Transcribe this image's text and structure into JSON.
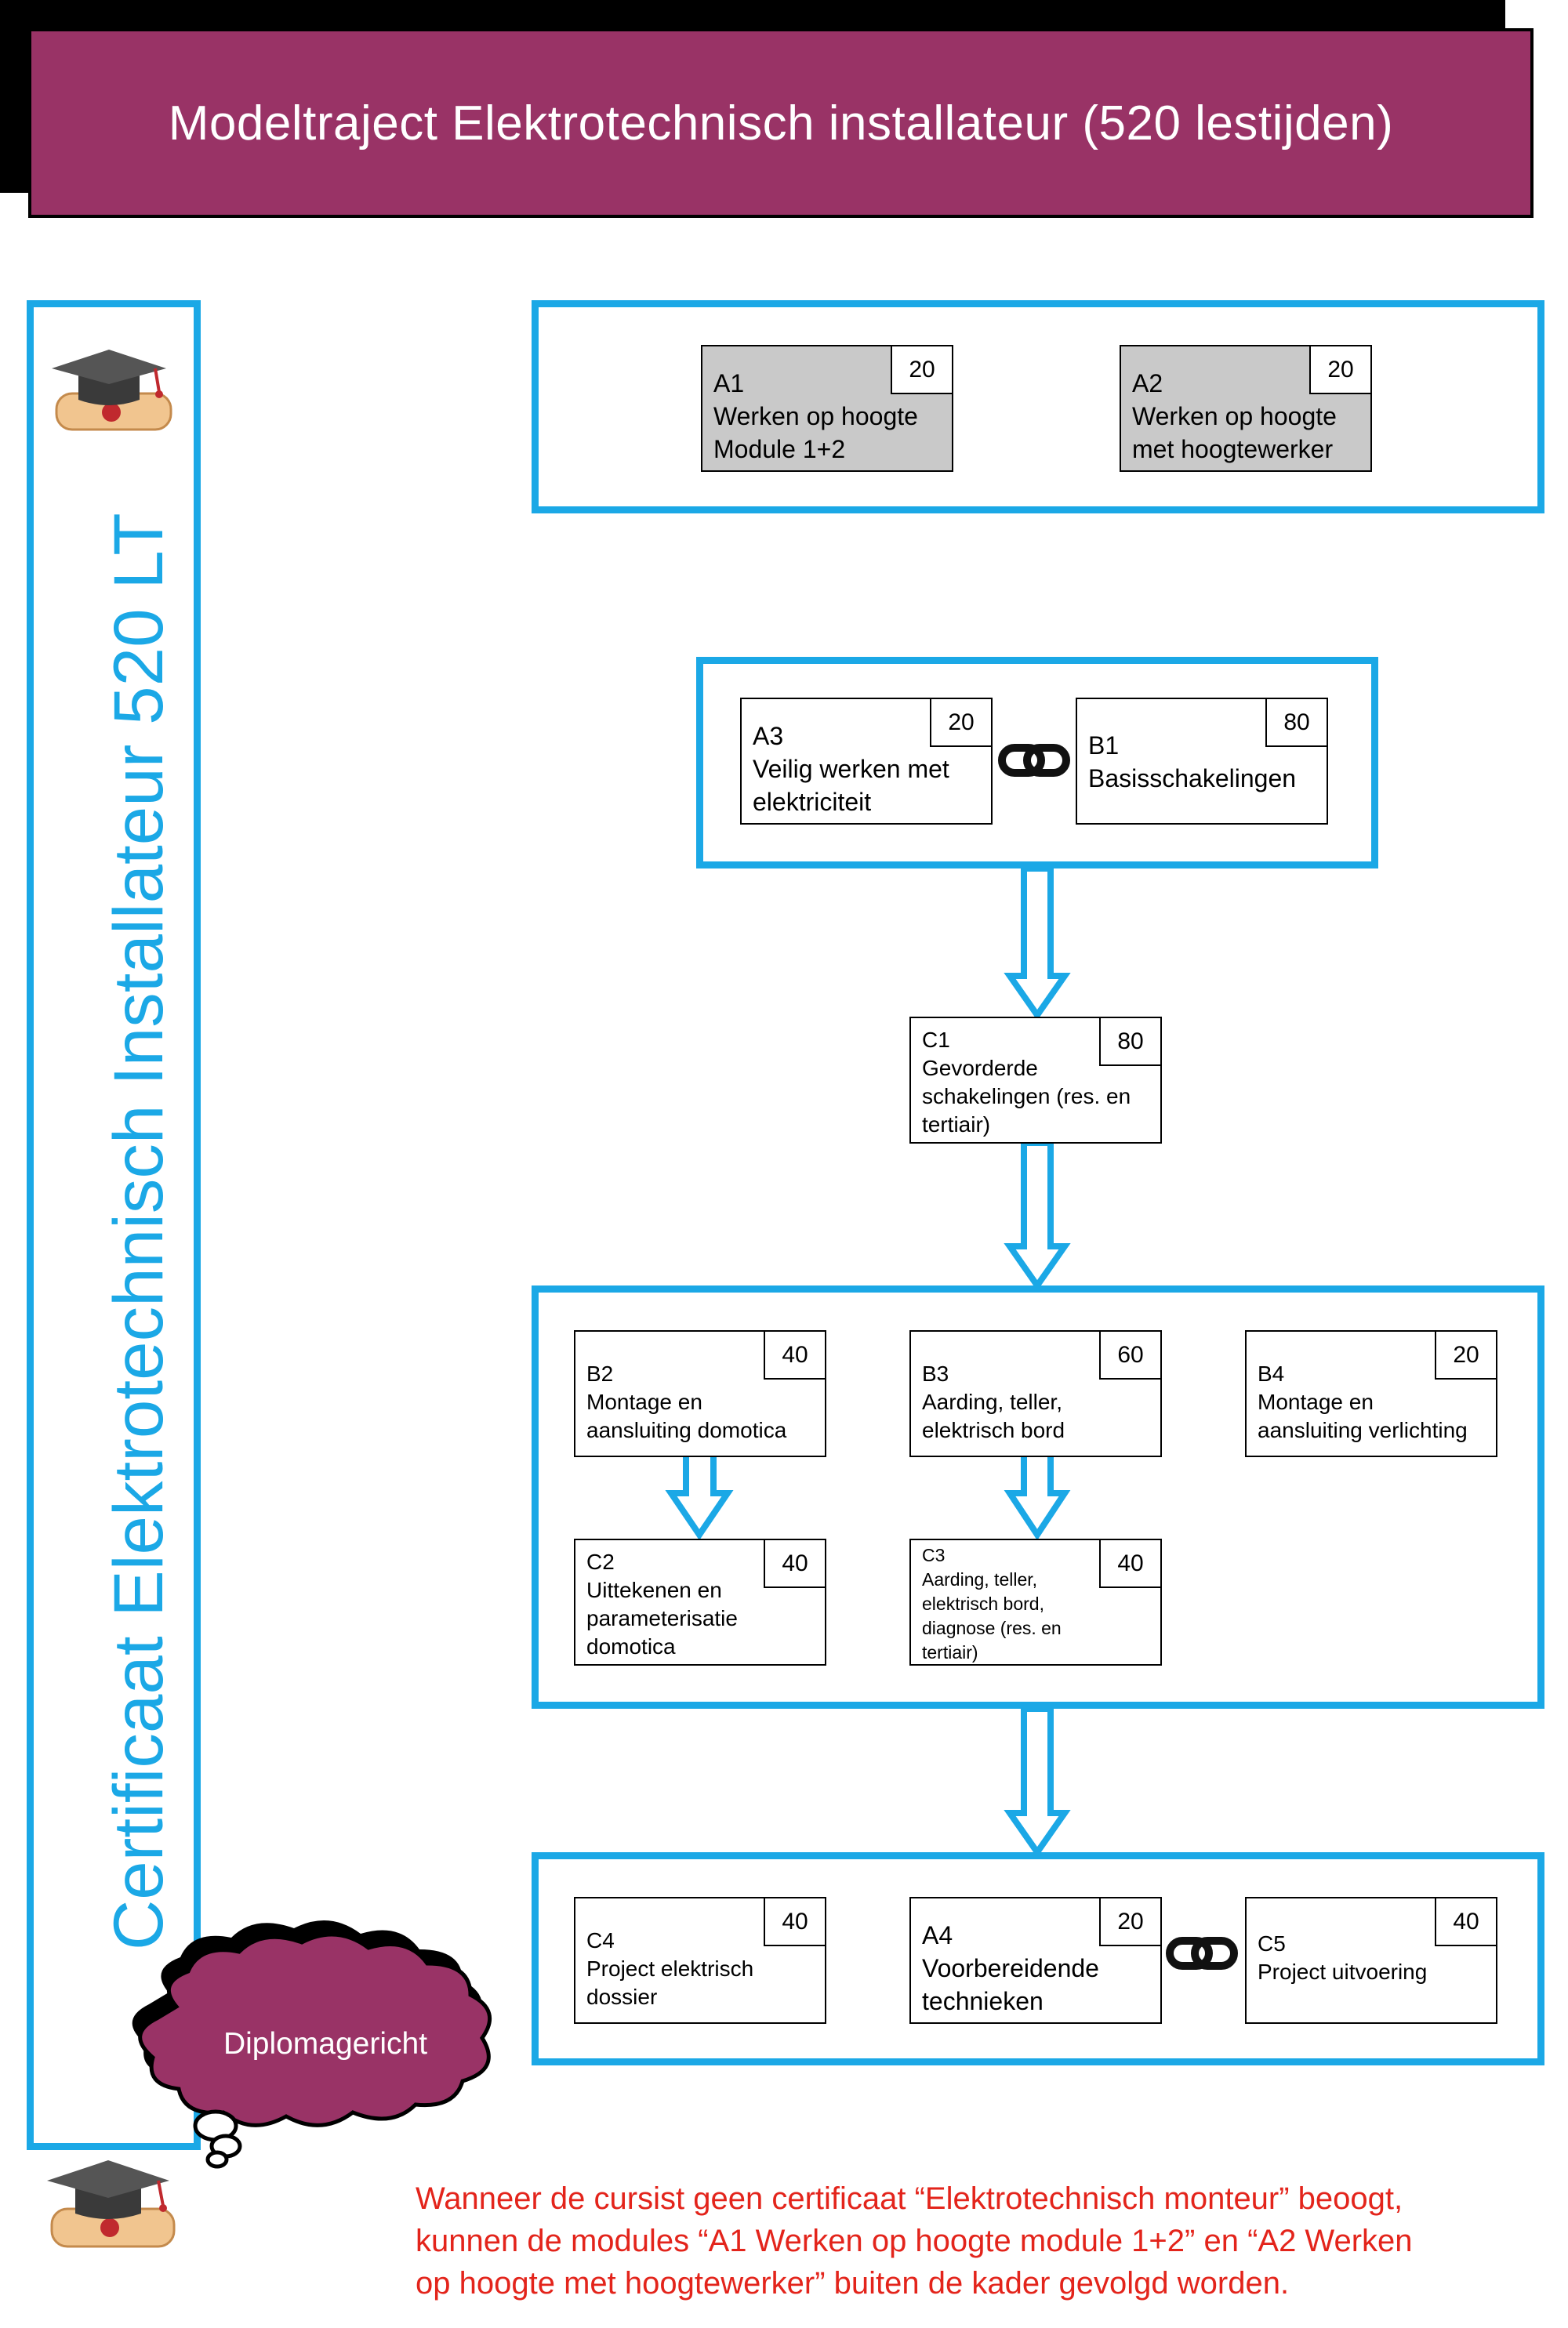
{
  "title": "Modeltraject Elektrotechnisch installateur (520 lestijden)",
  "certificate_label": "Certificaat Elektrotechnisch Installateur 520 LT",
  "bubble_label": "Diplomagericht",
  "modules": {
    "a1": {
      "code": "A1",
      "text": "Werken op hoogte\nModule 1+2",
      "hours": "20"
    },
    "a2": {
      "code": "A2",
      "text": "Werken op hoogte\nmet hoogtewerker",
      "hours": "20"
    },
    "a3": {
      "code": "A3",
      "text": "Veilig werken met\nelektriciteit",
      "hours": "20"
    },
    "b1": {
      "code": "B1",
      "text": "Basisschakelingen",
      "hours": "80"
    },
    "c1": {
      "code": "C1",
      "text": "Gevorderde\nschakelingen (res. en\ntertiair)",
      "hours": "80"
    },
    "b2": {
      "code": "B2",
      "text": "Montage en\naansluiting domotica",
      "hours": "40"
    },
    "b3": {
      "code": "B3",
      "text": "Aarding, teller,\nelektrisch bord",
      "hours": "60"
    },
    "b4": {
      "code": "B4",
      "text": "Montage en\naansluiting verlichting",
      "hours": "20"
    },
    "c2": {
      "code": "C2",
      "text": "Uittekenen en\nparameterisatie\ndomotica",
      "hours": "40"
    },
    "c3": {
      "code": "C3",
      "text": "Aarding, teller,\nelektrisch bord,\ndiagnose (res. en\ntertiair)",
      "hours": "40"
    },
    "c4": {
      "code": "C4",
      "text": "Project elektrisch\ndossier",
      "hours": "40"
    },
    "a4": {
      "code": "A4",
      "text": "Voorbereidende\ntechnieken",
      "hours": "20"
    },
    "c5": {
      "code": "C5",
      "text": "Project uitvoering",
      "hours": "40"
    }
  },
  "note": "Wanneer de cursist geen certificaat “Elektrotechnisch monteur” beoogt,\nkunnen de modules “A1 Werken op hoogte module 1+2” en “A2 Werken\nop hoogte met hoogtewerker” buiten de kader gevolgd worden.",
  "colors": {
    "title_bg": "#993366",
    "frame": "#1ba8e6",
    "note": "#e3241b",
    "module_grey": "#c9c9c9"
  },
  "icons": [
    "graduation-cap-diploma-icon",
    "chain-link-icon",
    "down-arrow-icon",
    "thought-bubble-icon"
  ]
}
